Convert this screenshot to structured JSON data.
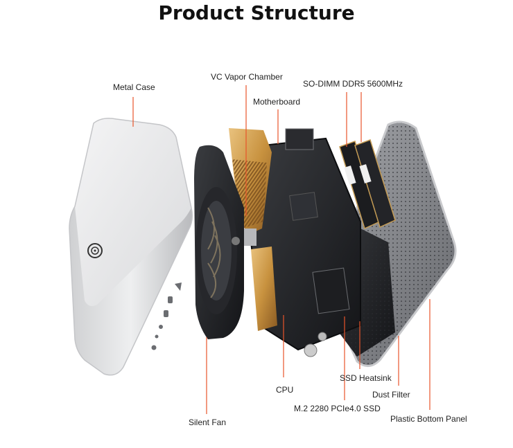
{
  "title": "Product Structure",
  "accent_color": "#e8542a",
  "labels": {
    "metal_case": "Metal Case",
    "vc_vapor_chamber": "VC Vapor Chamber",
    "motherboard": "Motherboard",
    "so_dimm": "SO-DIMM DDR5 5600MHz",
    "silent_fan": "Silent Fan",
    "cpu": "CPU",
    "m2_ssd": "M.2 2280 PCIe4.0 SSD",
    "ssd_heatsink": "SSD Heatsink",
    "dust_filter": "Dust Filter",
    "plastic_bottom_panel": "Plastic Bottom Panel"
  }
}
